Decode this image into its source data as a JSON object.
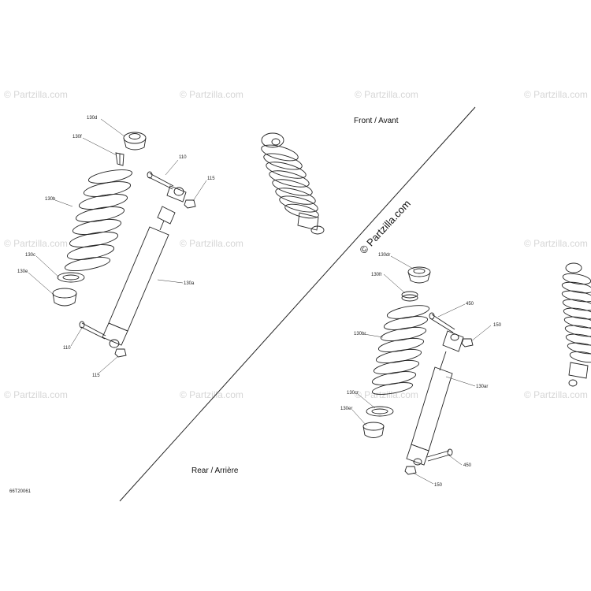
{
  "sections": {
    "front": "Front / Avant",
    "rear": "Rear / Arrière"
  },
  "drawing_code": "66T20061",
  "watermark": "© Partzilla.com",
  "callouts_left": {
    "c130d": "130d",
    "c130f": "130f",
    "c130b": "130b",
    "c130c": "130c",
    "c130e": "130e",
    "c130a": "130a",
    "c110a": "110",
    "c115a": "115",
    "c110b": "110",
    "c115b": "115"
  },
  "callouts_right": {
    "c130dr": "130dr",
    "c130fr": "130fr",
    "c130br": "130br",
    "c130cr": "130cr",
    "c130er": "130er",
    "c130ar": "130ar",
    "c450a": "450",
    "c150a": "150",
    "c450b": "450",
    "c150b": "150"
  }
}
